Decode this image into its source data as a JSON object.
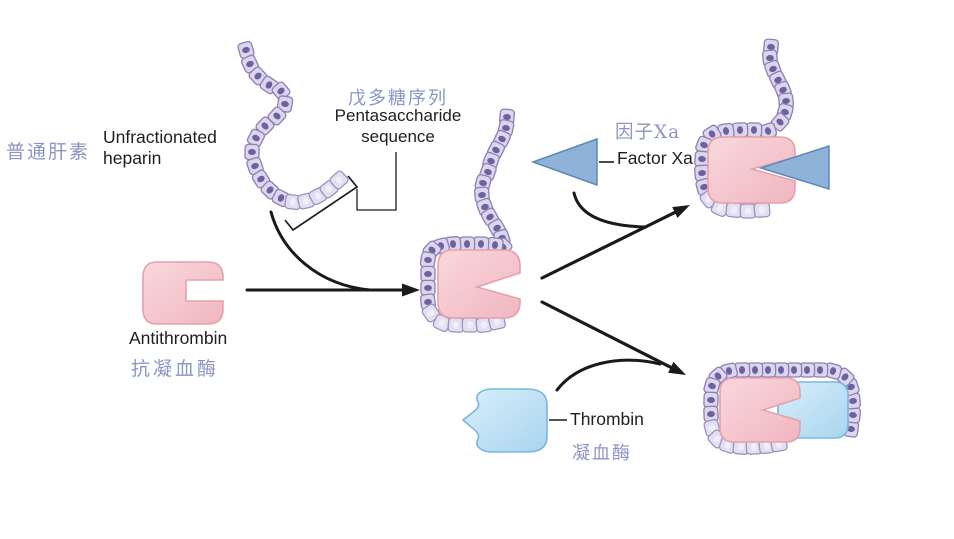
{
  "diagram": {
    "subject": "Mechanism of unfractionated heparin: pentasaccharide sequence binds antithrombin, complex inactivates Factor Xa and thrombin",
    "labels": {
      "unfractionated_heparin_cjk": "普通肝素",
      "unfractionated_heparin": "Unfractionated\nheparin",
      "pentasaccharide_cjk": "戊多糖序列",
      "pentasaccharide": "Pentasaccharide\nsequence",
      "antithrombin": "Antithrombin",
      "antithrombin_cjk": "抗凝血酶",
      "factor_xa_cjk": "因子Xa",
      "factor_xa": "Factor Xa",
      "thrombin": "Thrombin",
      "thrombin_cjk": "凝血酶"
    },
    "colors": {
      "heparin_bead_fill": "#dcd5eb",
      "heparin_bead_stroke": "#8b82b4",
      "heparin_bead_dot": "#6d61a0",
      "pentasaccharide_bead_dot": "#f1eef8",
      "antithrombin_pink": "#f5c6ce",
      "antithrombin_pink_stroke": "#e5a1ac",
      "factor_xa_blue": "#8fb2d8",
      "factor_xa_blue_stroke": "#5e89b6",
      "thrombin_blue": "#bfe2f4",
      "thrombin_blue_stroke": "#79b7dc",
      "cjk_text": "#8d94c6",
      "latin_text": "#1f1f1f",
      "arrow": "#1a1a1a"
    }
  }
}
